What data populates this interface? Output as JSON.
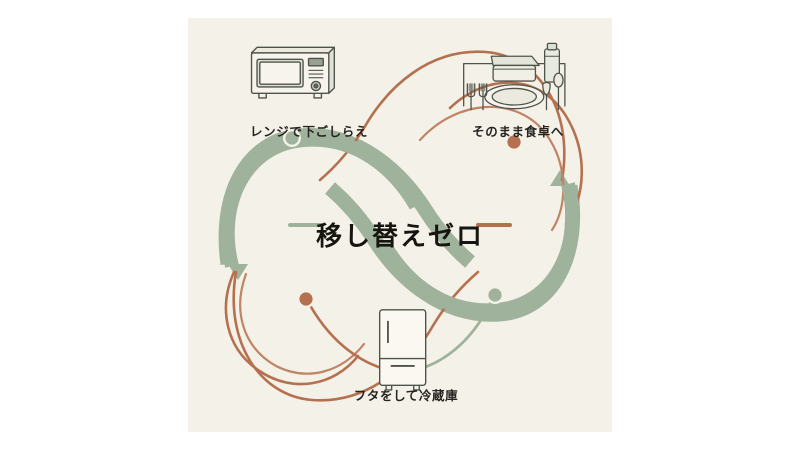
{
  "canvas": {
    "background_color": "#f4f1e8",
    "page_background_color": "#ffffff"
  },
  "palette": {
    "green": "#9fb29c",
    "green_dark": "#8ba388",
    "terracotta": "#b5714f",
    "terracotta_light": "#c08465",
    "ink": "#17150f",
    "label_ink": "#262321",
    "icon_stroke": "#4f544b",
    "icon_fill": "#e9e8de"
  },
  "center": {
    "title": "移し替えゼロ",
    "left_dash_color": "#9fb29c",
    "right_dash_color": "#b5714f"
  },
  "nodes": [
    {
      "id": "microwave",
      "label": "レンジで下ごしらえ",
      "icon": "microwave-icon",
      "dot_color": "#9fb29c",
      "position": "top-left"
    },
    {
      "id": "table",
      "label": "そのまま食卓へ",
      "icon": "table-setting-icon",
      "dot_color": "#b5714f",
      "position": "top-right"
    },
    {
      "id": "fridge",
      "label": "フタをして冷蔵庫",
      "icon": "refrigerator-icon",
      "dot_color": "#b5714f",
      "position": "bottom-center"
    }
  ],
  "loop": {
    "type": "infinity",
    "thick_band_color": "#9fb29c",
    "thin_line_color": "#b5714f"
  }
}
